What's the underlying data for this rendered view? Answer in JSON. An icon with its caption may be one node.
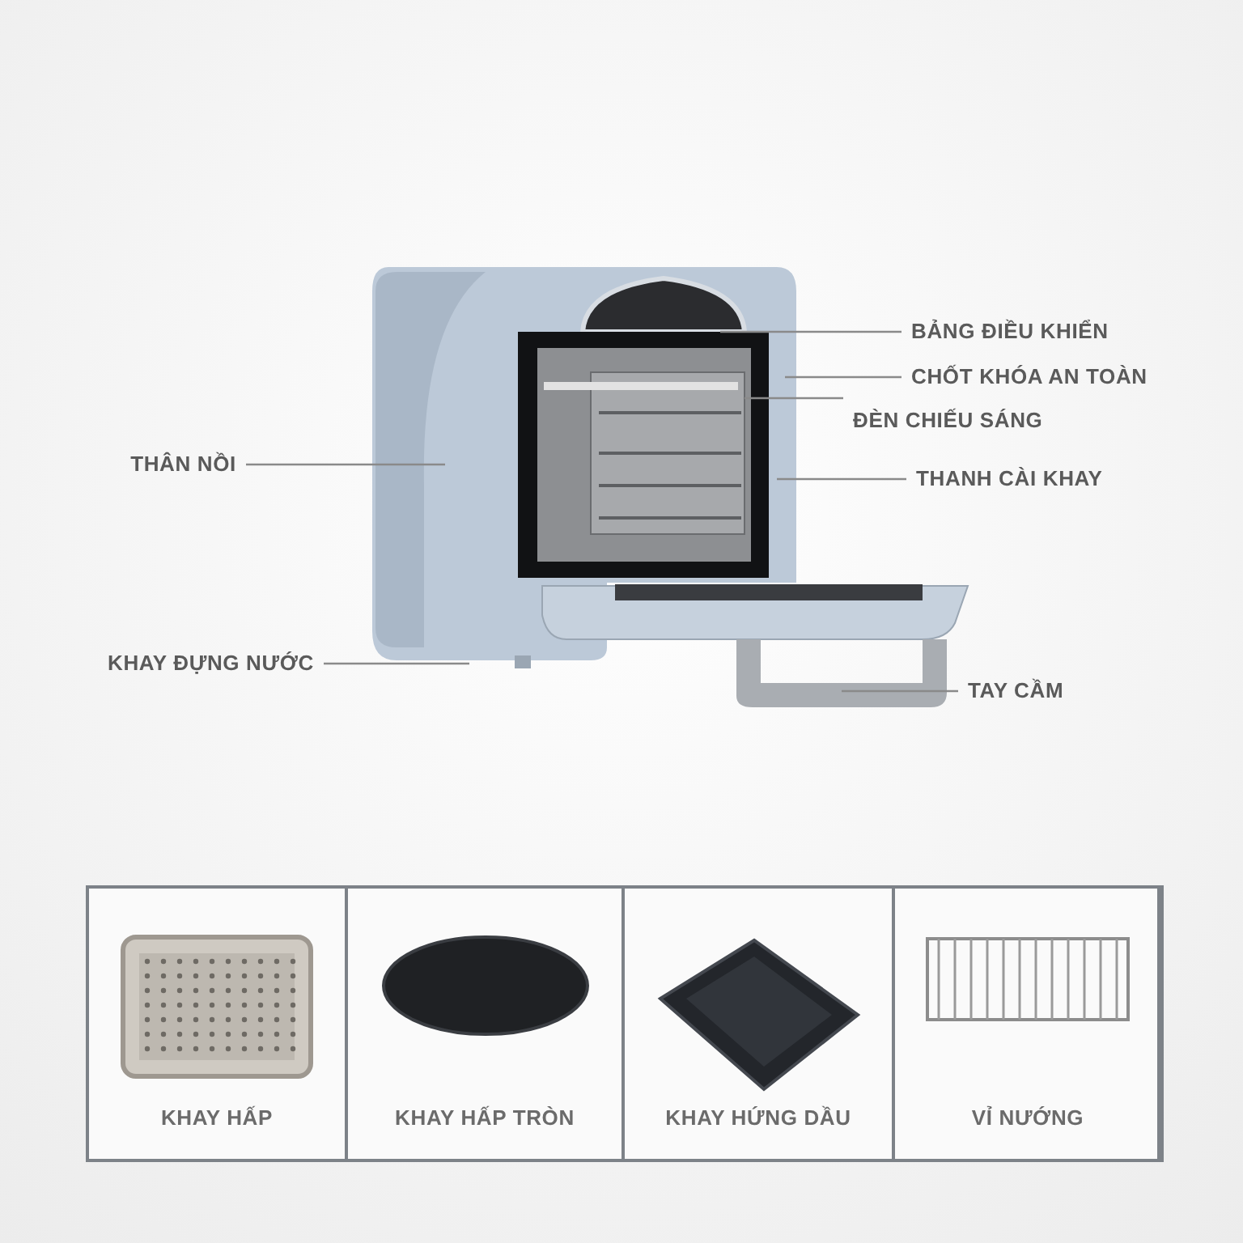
{
  "diagram": {
    "nodes": [
      {
        "text": [],
        "shape": "picture"
      },
      {
        "text": [
          "THÂN NỒI"
        ]
      },
      {
        "text": [
          "KHAY ĐỰNG NƯỚC"
        ]
      },
      {
        "text": [
          "BẢNG ĐIỀU KHIỂN"
        ]
      },
      {
        "text": [
          "CHỐT KHÓA AN TOÀN"
        ]
      },
      {
        "text": [
          "ĐÈN CHIẾU SÁNG"
        ]
      },
      {
        "text": [
          "THANH CÀI KHAY"
        ]
      },
      {
        "text": [
          "TAY CẦM"
        ]
      },
      {
        "text": [
          "KHAY HẤP"
        ]
      },
      {
        "text": [
          "KHAY HẤP TRÒN"
        ]
      },
      {
        "text": [
          "KHAY HỨNG DẦU"
        ]
      },
      {
        "text": [
          "VỈ NƯỚNG"
        ]
      }
    ],
    "edges": [
      {
        "from": 1,
        "to": 0,
        "arrow": "none"
      },
      {
        "from": 2,
        "to": 0,
        "arrow": "none"
      },
      {
        "from": 3,
        "to": 0,
        "arrow": "none"
      },
      {
        "from": 4,
        "to": 0,
        "arrow": "none"
      },
      {
        "from": 5,
        "to": 0,
        "arrow": "none"
      },
      {
        "from": 6,
        "to": 0,
        "arrow": "none"
      },
      {
        "from": 7,
        "to": 0,
        "arrow": "none"
      }
    ]
  }
}
